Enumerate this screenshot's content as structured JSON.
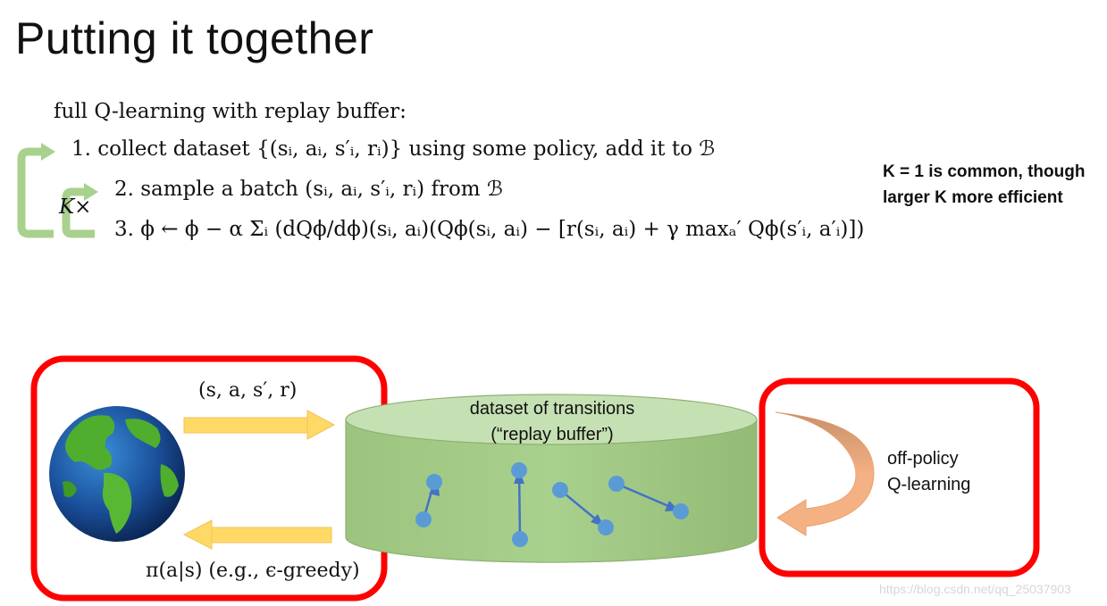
{
  "title": "Putting it together",
  "algorithm": {
    "intro": "full Q-learning with replay buffer:",
    "steps": [
      "1. collect dataset {(sᵢ, aᵢ, s′ᵢ, rᵢ)} using some policy, add it to ℬ",
      "2. sample a batch (sᵢ, aᵢ, s′ᵢ, rᵢ) from ℬ",
      "3. ϕ ← ϕ − α Σᵢ (dQϕ/dϕ)(sᵢ, aᵢ)(Qϕ(sᵢ, aᵢ) − [r(sᵢ, aᵢ) + γ maxₐ′ Qϕ(s′ᵢ, a′ᵢ)])"
    ],
    "repeat_label": "K×"
  },
  "note": {
    "line1": "K = 1 is common, though",
    "line2": "larger K more efficient"
  },
  "diagram": {
    "tuple_label": "(s, a, s′, r)",
    "policy_label": "π(a|s) (e.g., ϵ-greedy)",
    "buffer_line1": "dataset of transitions",
    "buffer_line2": "(“replay buffer”)",
    "learner_line1": "off-policy",
    "learner_line2": "Q-learning"
  },
  "watermark": "https://blog.csdn.net/qq_25037903",
  "colors": {
    "loop_arrow": "#a9d18e",
    "flow_arrow": "#ffd966",
    "highlight_box": "#ff0000",
    "cylinder": "#a9d18e",
    "points": "#5b9bd5",
    "curved_arrow": "#f4b183"
  },
  "icons": {
    "world": "globe-icon"
  }
}
